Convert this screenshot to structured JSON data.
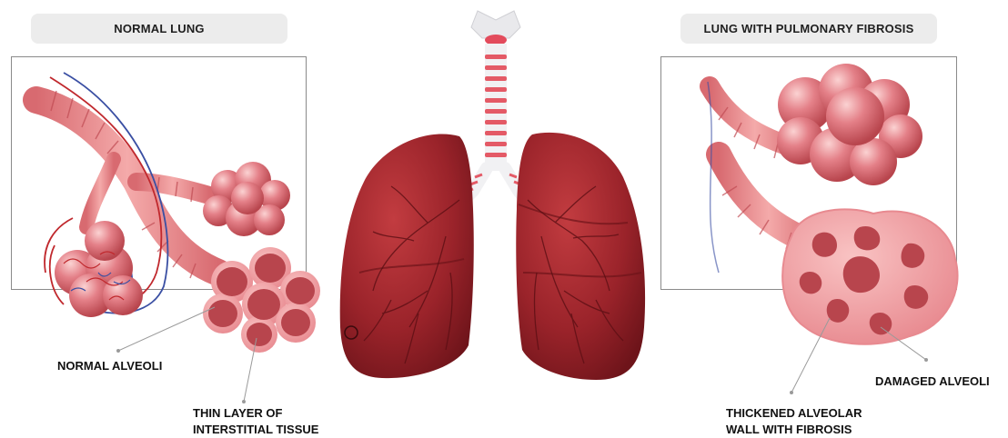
{
  "panels": {
    "left_title": "NORMAL LUNG",
    "right_title": "LUNG WITH PULMONARY FIBROSIS"
  },
  "labels": {
    "normal_alveoli": "NORMAL ALVEOLI",
    "thin_layer": "THIN LAYER OF\nINTERSTITIAL TISSUE",
    "thickened_wall": "THICKENED ALVEOLAR\nWALL WITH FIBROSIS",
    "damaged_alveoli": "DAMAGED ALVEOLI"
  },
  "colors": {
    "lung": "#8e1e25",
    "lung_light": "#b8383c",
    "alveoli": "#e07a80",
    "alveoli_light": "#f6b9b9",
    "trachea_ring": "#e45a66",
    "artery": "#c0282d",
    "vein": "#3a4fa3",
    "pill_bg": "#ececec"
  }
}
